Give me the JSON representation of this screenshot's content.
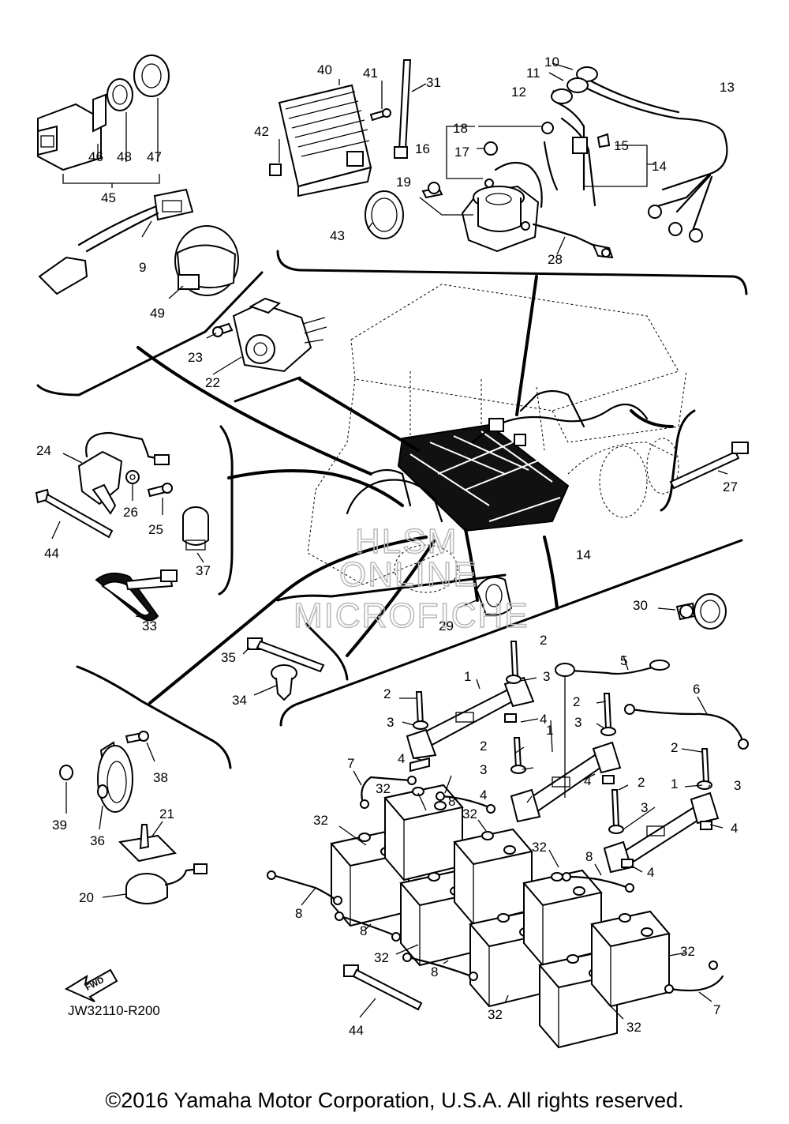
{
  "diagram": {
    "callouts": [
      {
        "id": "c1a",
        "text": "1"
      },
      {
        "id": "c1b",
        "text": "1"
      },
      {
        "id": "c1c",
        "text": "1"
      },
      {
        "id": "c2a",
        "text": "2"
      },
      {
        "id": "c2b",
        "text": "2"
      },
      {
        "id": "c2c",
        "text": "2"
      },
      {
        "id": "c2d",
        "text": "2"
      },
      {
        "id": "c2e",
        "text": "2"
      },
      {
        "id": "c2f",
        "text": "2"
      },
      {
        "id": "c3a",
        "text": "3"
      },
      {
        "id": "c3b",
        "text": "3"
      },
      {
        "id": "c3c",
        "text": "3"
      },
      {
        "id": "c3d",
        "text": "3"
      },
      {
        "id": "c3e",
        "text": "3"
      },
      {
        "id": "c3f",
        "text": "3"
      },
      {
        "id": "c4a",
        "text": "4"
      },
      {
        "id": "c4b",
        "text": "4"
      },
      {
        "id": "c4c",
        "text": "4"
      },
      {
        "id": "c4d",
        "text": "4"
      },
      {
        "id": "c4e",
        "text": "4"
      },
      {
        "id": "c4f",
        "text": "4"
      },
      {
        "id": "c5",
        "text": "5"
      },
      {
        "id": "c6",
        "text": "6"
      },
      {
        "id": "c7a",
        "text": "7"
      },
      {
        "id": "c7b",
        "text": "7"
      },
      {
        "id": "c8a",
        "text": "8"
      },
      {
        "id": "c8b",
        "text": "8"
      },
      {
        "id": "c8c",
        "text": "8"
      },
      {
        "id": "c8d",
        "text": "8"
      },
      {
        "id": "c8e",
        "text": "8"
      },
      {
        "id": "c9",
        "text": "9"
      },
      {
        "id": "c10",
        "text": "10"
      },
      {
        "id": "c11",
        "text": "11"
      },
      {
        "id": "c12",
        "text": "12"
      },
      {
        "id": "c13",
        "text": "13"
      },
      {
        "id": "c14a",
        "text": "14"
      },
      {
        "id": "c14b",
        "text": "14"
      },
      {
        "id": "c15",
        "text": "15"
      },
      {
        "id": "c16",
        "text": "16"
      },
      {
        "id": "c17",
        "text": "17"
      },
      {
        "id": "c18",
        "text": "18"
      },
      {
        "id": "c19",
        "text": "19"
      },
      {
        "id": "c20",
        "text": "20"
      },
      {
        "id": "c21",
        "text": "21"
      },
      {
        "id": "c22",
        "text": "22"
      },
      {
        "id": "c23",
        "text": "23"
      },
      {
        "id": "c24",
        "text": "24"
      },
      {
        "id": "c25",
        "text": "25"
      },
      {
        "id": "c26",
        "text": "26"
      },
      {
        "id": "c27",
        "text": "27"
      },
      {
        "id": "c28",
        "text": "28"
      },
      {
        "id": "c29",
        "text": "29"
      },
      {
        "id": "c30",
        "text": "30"
      },
      {
        "id": "c31",
        "text": "31"
      },
      {
        "id": "c32a",
        "text": "32"
      },
      {
        "id": "c32b",
        "text": "32"
      },
      {
        "id": "c32c",
        "text": "32"
      },
      {
        "id": "c32d",
        "text": "32"
      },
      {
        "id": "c32e",
        "text": "32"
      },
      {
        "id": "c32f",
        "text": "32"
      },
      {
        "id": "c32g",
        "text": "32"
      },
      {
        "id": "c32h",
        "text": "32"
      },
      {
        "id": "c33",
        "text": "33"
      },
      {
        "id": "c34",
        "text": "34"
      },
      {
        "id": "c35",
        "text": "35"
      },
      {
        "id": "c36",
        "text": "36"
      },
      {
        "id": "c37",
        "text": "37"
      },
      {
        "id": "c38",
        "text": "38"
      },
      {
        "id": "c39",
        "text": "39"
      },
      {
        "id": "c40",
        "text": "40"
      },
      {
        "id": "c41",
        "text": "41"
      },
      {
        "id": "c42",
        "text": "42"
      },
      {
        "id": "c43",
        "text": "43"
      },
      {
        "id": "c44a",
        "text": "44"
      },
      {
        "id": "c44b",
        "text": "44"
      },
      {
        "id": "c45",
        "text": "45"
      },
      {
        "id": "c46",
        "text": "46"
      },
      {
        "id": "c47",
        "text": "47"
      },
      {
        "id": "c48",
        "text": "48"
      },
      {
        "id": "c49",
        "text": "49"
      }
    ],
    "fwd_label": "FWD",
    "figure_code": "JW32110-R200",
    "watermark": [
      "HLSM",
      "ONLINE",
      "MICROFICHE"
    ]
  },
  "footer": {
    "copyright": "©2016 Yamaha Motor Corporation, U.S.A. All rights reserved."
  }
}
